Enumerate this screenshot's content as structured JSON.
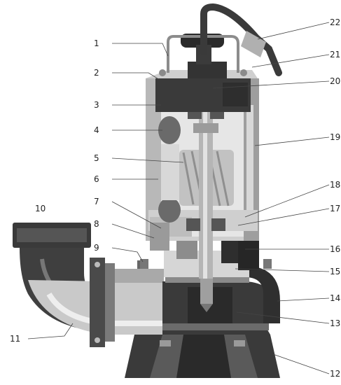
{
  "labels": {
    "l1": "1",
    "l2": "2",
    "l3": "3",
    "l4": "4",
    "l5": "5",
    "l6": "6",
    "l7": "7",
    "l8": "8",
    "l9": "9",
    "l10": "10",
    "l11": "11",
    "l12": "12",
    "l13": "13",
    "l14": "14",
    "l15": "15",
    "l16": "16",
    "l17": "17",
    "l18": "18",
    "l19": "19",
    "l20": "20",
    "l21": "21",
    "l22": "22"
  },
  "colors": {
    "dark_iron": "#3a3a3a",
    "mid_iron": "#6b6b6b",
    "light_metal": "#c9c9c9",
    "cutaway": "#e6e6e6",
    "shaft": "#b5b5b5",
    "line": "#444444"
  }
}
